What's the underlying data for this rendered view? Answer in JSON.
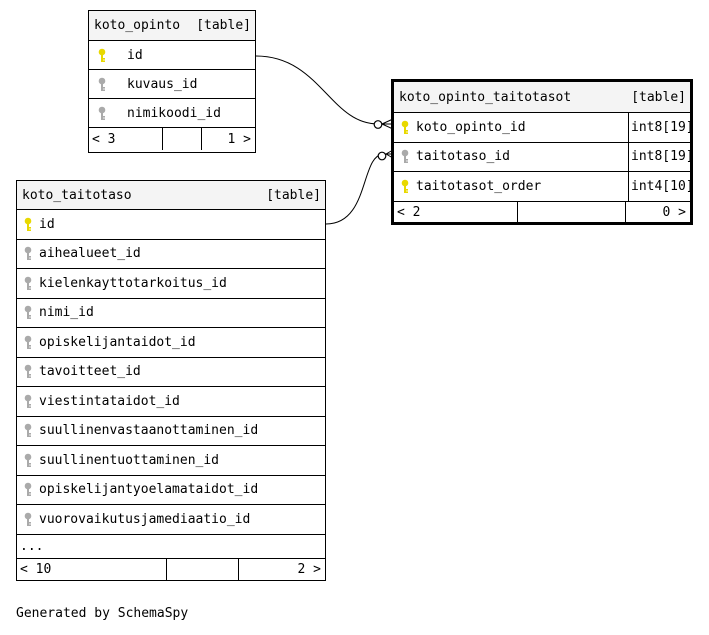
{
  "tables": {
    "koto_opinto": {
      "name": "koto_opinto",
      "kind": "[table]",
      "columns": [
        {
          "name": "id",
          "key": "primary"
        },
        {
          "name": "kuvaus_id",
          "key": "foreign"
        },
        {
          "name": "nimikoodi_id",
          "key": "foreign"
        }
      ],
      "footer": {
        "left": "< 3",
        "right": "1 >"
      }
    },
    "koto_taitotaso": {
      "name": "koto_taitotaso",
      "kind": "[table]",
      "columns": [
        {
          "name": "id",
          "key": "primary"
        },
        {
          "name": "aihealueet_id",
          "key": "foreign"
        },
        {
          "name": "kielenkayttotarkoitus_id",
          "key": "foreign"
        },
        {
          "name": "nimi_id",
          "key": "foreign"
        },
        {
          "name": "opiskelijantaidot_id",
          "key": "foreign"
        },
        {
          "name": "tavoitteet_id",
          "key": "foreign"
        },
        {
          "name": "viestintataidot_id",
          "key": "foreign"
        },
        {
          "name": "suullinenvastaanottaminen_id",
          "key": "foreign"
        },
        {
          "name": "suullinentuottaminen_id",
          "key": "foreign"
        },
        {
          "name": "opiskelijantyoelamataidot_id",
          "key": "foreign"
        },
        {
          "name": "vuorovaikutusjamediaatio_id",
          "key": "foreign"
        }
      ],
      "more": "...",
      "footer": {
        "left": "< 10",
        "right": "2 >"
      }
    },
    "koto_opinto_taitotasot": {
      "name": "koto_opinto_taitotasot",
      "kind": "[table]",
      "columns": [
        {
          "name": "koto_opinto_id",
          "key": "primary",
          "type": "int8[19]"
        },
        {
          "name": "taitotaso_id",
          "key": "foreign",
          "type": "int8[19]"
        },
        {
          "name": "taitotasot_order",
          "key": "primary",
          "type": "int4[10]"
        }
      ],
      "footer": {
        "left": "< 2",
        "right": "0 >"
      }
    }
  },
  "colors": {
    "primary_key": "#e8d800",
    "foreign_key": "#aaaaaa",
    "header_bg": "#f4f4f4"
  },
  "footer_note": "Generated by SchemaSpy"
}
